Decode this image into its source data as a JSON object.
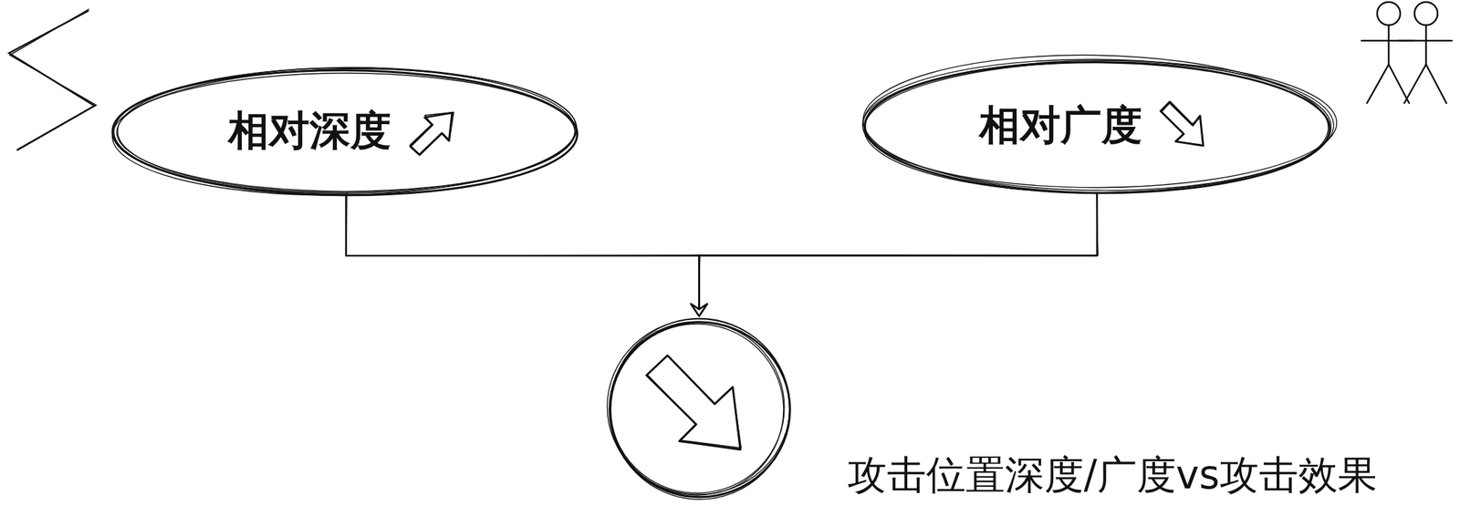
{
  "diagram": {
    "nodes": [
      {
        "text": [
          "相对深度"
        ]
      },
      {
        "text": [
          "相对广度"
        ]
      },
      {
        "text": [
          "攻击位置深度/广度vs攻击效果"
        ]
      }
    ],
    "edges": [
      {
        "from": 0,
        "to": 2,
        "arrow": "to"
      },
      {
        "from": 1,
        "to": 2,
        "arrow": "to"
      }
    ]
  }
}
